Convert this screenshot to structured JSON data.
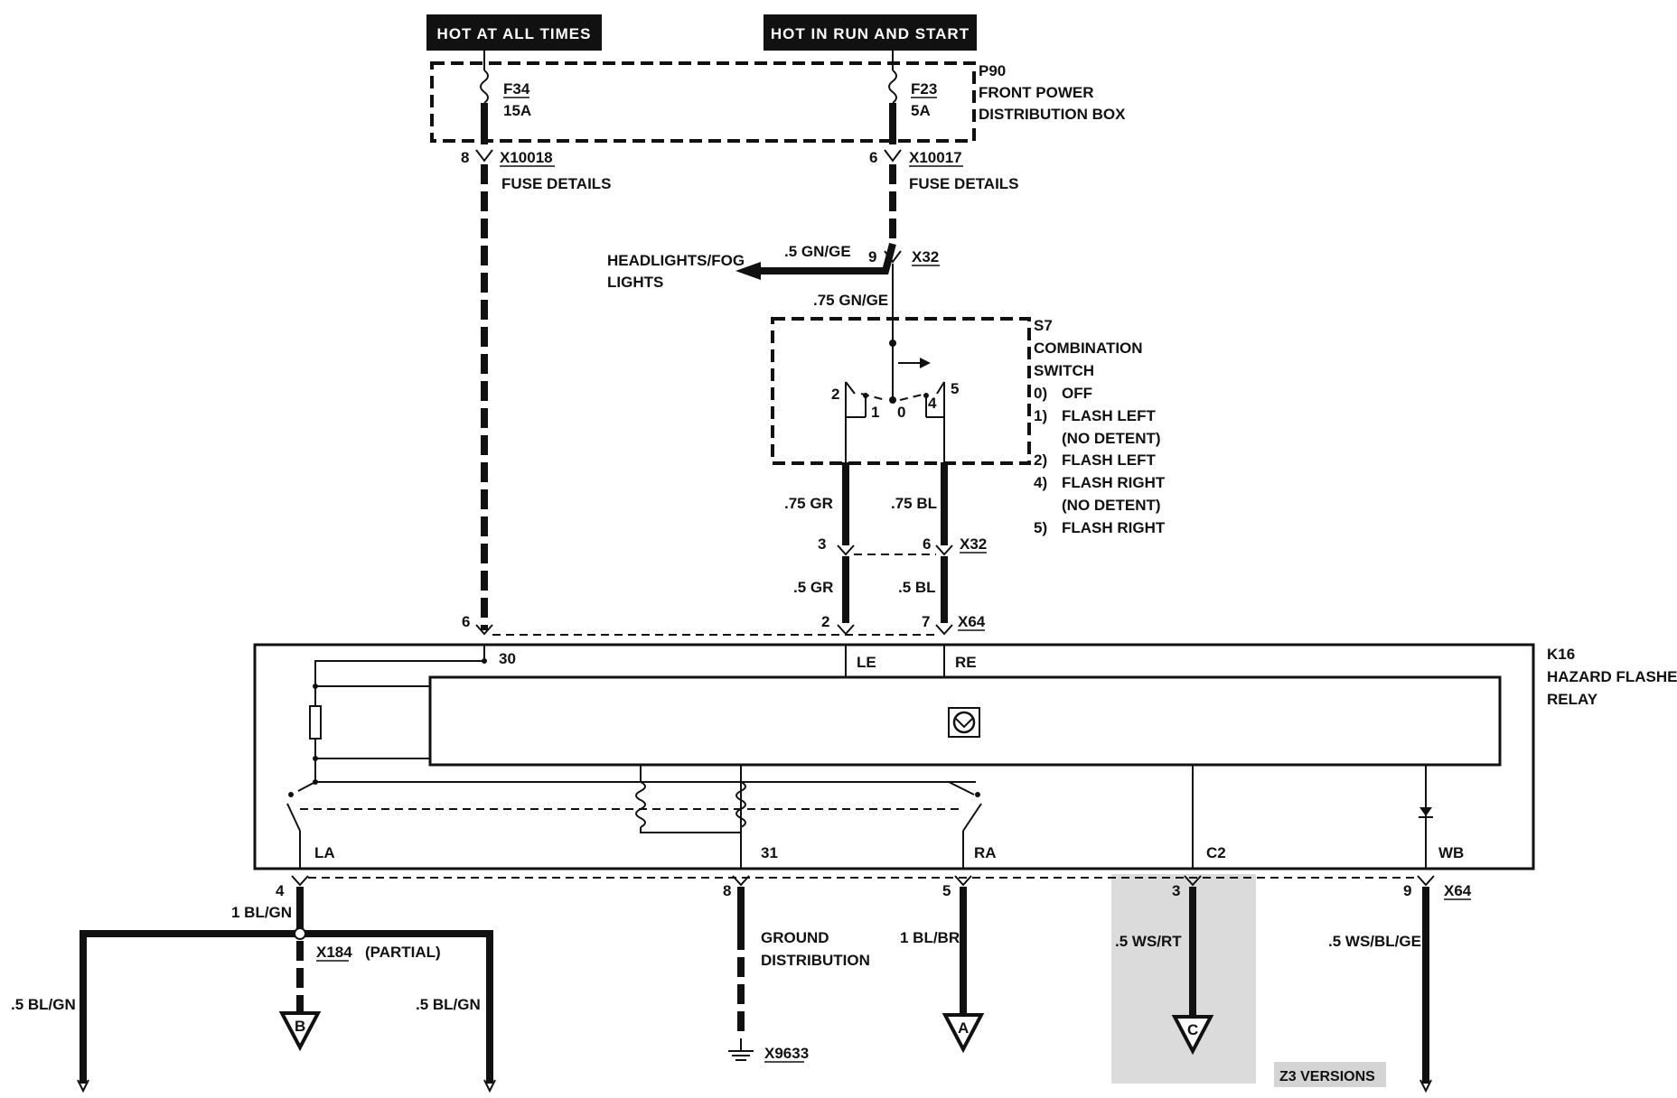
{
  "header": {
    "hot_at_all_times": "HOT AT ALL TIMES",
    "hot_in_run_and_start": "HOT IN RUN AND START"
  },
  "power_box": {
    "id": "P90",
    "name_line1": "FRONT POWER",
    "name_line2": "DISTRIBUTION BOX",
    "fuse_left": {
      "id": "F34",
      "rating": "15A"
    },
    "fuse_right": {
      "id": "F23",
      "rating": "5A"
    }
  },
  "fuse_connectors": {
    "left": {
      "pin": "8",
      "id": "X10018",
      "note": "FUSE DETAILS"
    },
    "right": {
      "pin": "6",
      "id": "X10017",
      "note": "FUSE DETAILS"
    }
  },
  "headlights": {
    "label_line1": "HEADLIGHTS/FOG",
    "label_line2": "LIGHTS",
    "wire": ".5 GN/GE",
    "pin": "9",
    "connector": "X32"
  },
  "switch_feed_wire": ".75 GN/GE",
  "combination_switch": {
    "id": "S7",
    "name_line1": "COMBINATION",
    "name_line2": "SWITCH",
    "contacts": [
      "2",
      "1",
      "0",
      "4",
      "5"
    ],
    "positions": [
      {
        "num": "0)",
        "text": "OFF"
      },
      {
        "num": "1)",
        "text": "FLASH LEFT"
      },
      {
        "num": "",
        "text": "(NO DETENT)"
      },
      {
        "num": "2)",
        "text": "FLASH LEFT"
      },
      {
        "num": "4)",
        "text": "FLASH RIGHT"
      },
      {
        "num": "",
        "text": "(NO DETENT)"
      },
      {
        "num": "5)",
        "text": "FLASH RIGHT"
      }
    ]
  },
  "switch_wires": {
    "left_upper": ".75 GR",
    "right_upper": ".75 BL",
    "x32_left_pin": "3",
    "x32_right_pin": "6",
    "x32_id": "X32",
    "left_lower": ".5 GR",
    "right_lower": ".5 BL"
  },
  "x64_top": {
    "pin_left": "6",
    "pin_mid": "2",
    "pin_right": "7",
    "id": "X64"
  },
  "relay": {
    "id": "K16",
    "name_line1": "HAZARD FLASHER",
    "name_line2": "RELAY",
    "terminals": {
      "t30": "30",
      "le": "LE",
      "re": "RE",
      "la": "LA",
      "t31": "31",
      "ra": "RA",
      "c2": "C2",
      "wb": "WB"
    }
  },
  "x64_bottom": {
    "pins": [
      "4",
      "8",
      "5",
      "3",
      "9"
    ],
    "id": "X64"
  },
  "outputs": {
    "la_wire": "1 BL/GN",
    "x184_id": "X184",
    "x184_note": "(PARTIAL)",
    "branch_left_wire": ".5 BL/GN",
    "branch_right_wire": ".5 BL/GN",
    "arrow_b": "B",
    "ground_line1": "GROUND",
    "ground_line2": "DISTRIBUTION",
    "ground_id": "X9633",
    "ra_wire": "1 BL/BR",
    "arrow_a": "A",
    "c2_wire": ".5 WS/RT",
    "arrow_c": "C",
    "z3_versions": "Z3 VERSIONS",
    "wb_wire": ".5 WS/BL/GE"
  }
}
